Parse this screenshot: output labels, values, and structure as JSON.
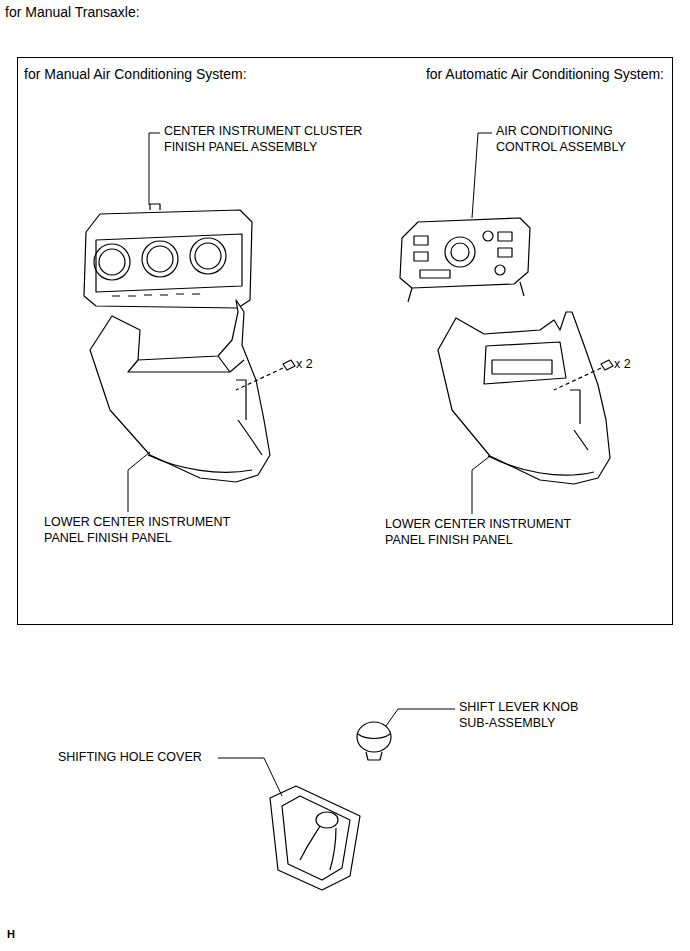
{
  "diagram": {
    "title": "for Manual Transaxle:",
    "nodes": [
      {
        "text": [
          "for Manual Air Conditioning System:",
          "for Automatic Air Conditioning System:"
        ]
      }
    ],
    "labels": [
      "CENTER INSTRUMENT CLUSTER FINISH PANEL ASSEMBLY",
      "AIR CONDITIONING CONTROL ASSEMBLY",
      "x 2",
      "x 2",
      "LOWER CENTER INSTRUMENT PANEL FINISH PANEL",
      "LOWER CENTER INSTRUMENT PANEL FINISH PANEL",
      "SHIFT LEVER KNOB SUB-ASSEMBLY",
      "SHIFTING HOLE COVER",
      "H"
    ]
  }
}
